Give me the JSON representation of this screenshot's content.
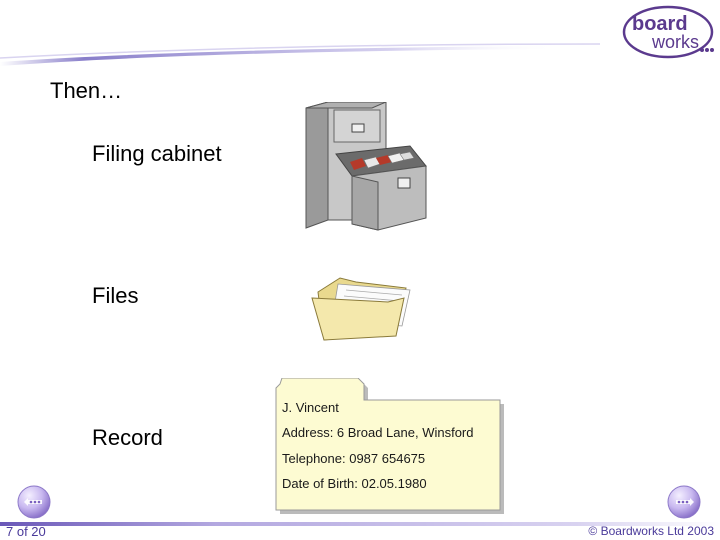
{
  "slide": {
    "heading": "Then…",
    "items": [
      {
        "label": "Filing cabinet",
        "icon": "filing-cabinet-icon"
      },
      {
        "label": "Files",
        "icon": "folder-icon"
      },
      {
        "label": "Record"
      }
    ]
  },
  "record": {
    "name": "J. Vincent",
    "address": "Address: 6 Broad Lane, Winsford",
    "telephone": "Telephone: 0987 654675",
    "dob": "Date of Birth: 02.05.1980"
  },
  "logo": {
    "line1": "board",
    "line2": "works",
    "color": "#5b3a8e"
  },
  "footer": {
    "page": "7 of 20",
    "copyright": "© Boardworks Ltd 2003"
  },
  "nav": {
    "prev_icon": "previous-slide-icon",
    "next_icon": "next-slide-icon"
  },
  "colors": {
    "accent": "#6a4fb8",
    "card": "#fdfbd2"
  }
}
